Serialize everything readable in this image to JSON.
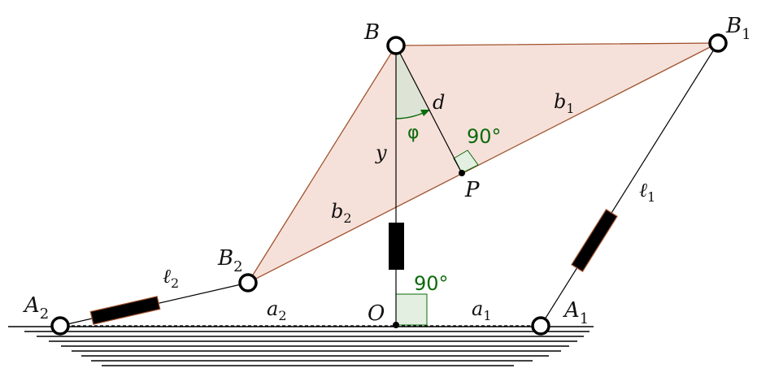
{
  "labels": {
    "B": "B",
    "B1_base": "B",
    "B1_sub": "1",
    "B2_base": "B",
    "B2_sub": "2",
    "A1_base": "A",
    "A1_sub": "1",
    "A2_base": "A",
    "A2_sub": "2",
    "O": "O",
    "P": "P",
    "d": "d",
    "y": "y",
    "phi": "φ",
    "b1_base": "b",
    "b1_sub": "1",
    "b2_base": "b",
    "b2_sub": "2",
    "l1_base": "ℓ",
    "l1_sub": "1",
    "l2_base": "ℓ",
    "l2_sub": "2",
    "a1_base": "a",
    "a1_sub": "1",
    "a2_base": "a",
    "a2_sub": "2",
    "angle_top": "90°",
    "angle_bottom": "90°"
  },
  "colors": {
    "triangle_fill": "#f6e1da",
    "triangle_stroke": "#a0522d",
    "angle_fill": "#dde4d6",
    "angle_green": "#0b6b0b",
    "right_angle_fill": "#e3efe0",
    "ink": "#000000"
  }
}
